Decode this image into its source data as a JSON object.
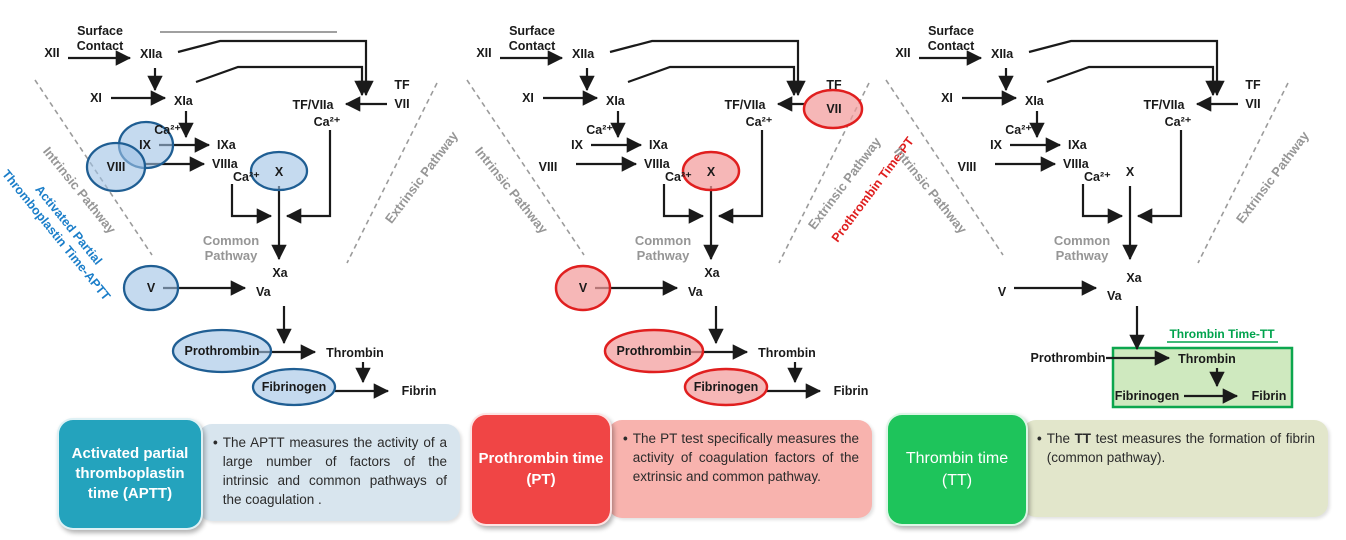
{
  "figure": {
    "subject": "Coagulation cascade tests diagram",
    "colors": {
      "arrow": "#1a1a1a",
      "pathway_gray": "#969696",
      "aptt_highlight_fill": "#9fc2e4",
      "aptt_highlight_stroke": "#1f5e93",
      "aptt_label_blue": "#1b7ec9",
      "pt_highlight_fill": "#f29b9b",
      "pt_highlight_stroke": "#e01f1f",
      "pt_label_red": "#df1d1d",
      "tt_box_fill": "#cfe9bf",
      "tt_box_stroke": "#0ca64e",
      "tt_label_green": "#00a34d",
      "aptt_title_bg": "#24a3bd",
      "aptt_desc_bg": "#d8e5ee",
      "pt_title_bg": "#f04545",
      "pt_desc_bg": "#f8b3ae",
      "tt_title_bg": "#1ec45b",
      "tt_desc_bg": "#e2e6cb"
    }
  },
  "factors": {
    "xii": "XII",
    "surface": "Surface",
    "contact": "Contact",
    "xiia": "XIIa",
    "xi": "XI",
    "xia": "XIa",
    "ca": "Ca²⁺",
    "ix": "IX",
    "ixa": "IXa",
    "viii": "VIII",
    "viiia": "VIIIa",
    "x": "X",
    "xa": "Xa",
    "tfviia": "TF/VIIa",
    "tf": "TF",
    "vii": "VII",
    "common1": "Common",
    "common2": "Pathway",
    "v": "V",
    "va": "Va",
    "prothrombin": "Prothrombin",
    "thrombin": "Thrombin",
    "fibrinogen": "Fibrinogen",
    "fibrin": "Fibrin",
    "intrinsic": "Intrinsic Pathway",
    "extrinsic": "Extrinsic Pathway"
  },
  "panels": [
    {
      "test": "APTT",
      "label_line1": "Activated Partial",
      "label_line2": "Thromboplastin Time-APTT"
    },
    {
      "test": "PT",
      "label": "Prothrombin Time-PT"
    },
    {
      "test": "TT",
      "label": "Thrombin Time-TT"
    }
  ],
  "legend": {
    "bullet": "•",
    "items": [
      {
        "title": "Activated partial thromboplastin time (APTT)",
        "desc": "The APTT measures the activity of a large number of factors of the intrinsic and common pathways of the coagulation ."
      },
      {
        "title": "Prothrombin time (PT)",
        "desc": "The PT test specifically measures the activity of coagulation factors of the extrinsic and common pathway."
      },
      {
        "title": "Thrombin time (TT)",
        "desc_pre": "The ",
        "desc_bold": "TT",
        "desc_post": " test measures the formation of fibrin (common pathway)."
      }
    ]
  }
}
